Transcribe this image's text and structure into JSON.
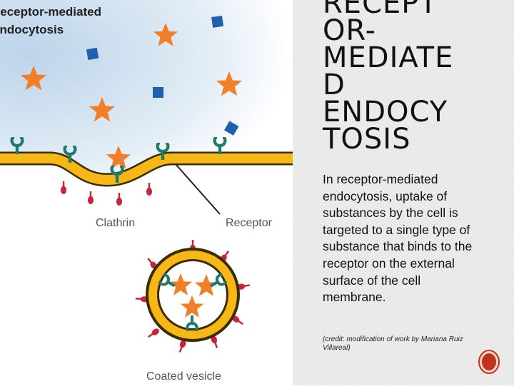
{
  "diagram": {
    "heading_line1": "Receptor-mediated",
    "heading_line2": "endocytosis",
    "label_clathrin": "Clathrin",
    "label_receptor": "Receptor",
    "label_vesicle": "Coated vesicle"
  },
  "slide": {
    "title": "RECEPT\nOR-\nMEDIATE\nD\nENDOCY\nTOSIS",
    "body": "In receptor-mediated endocytosis, uptake of substances by the cell is targeted to a single type of substance that binds to the receptor on the external surface of the cell membrane.",
    "credit": "(credit: modification of work by Mariana Ruiz Villareal)"
  },
  "colors": {
    "membrane": "#f7b715",
    "membrane_outline": "#3a2c00",
    "star": "#f07f2a",
    "square": "#1f5fb0",
    "receptor": "#1f7a6b",
    "clathrin": "#c8243a",
    "nav_button": "#c0341d"
  },
  "icons": {
    "nav": "circle-button-icon"
  }
}
